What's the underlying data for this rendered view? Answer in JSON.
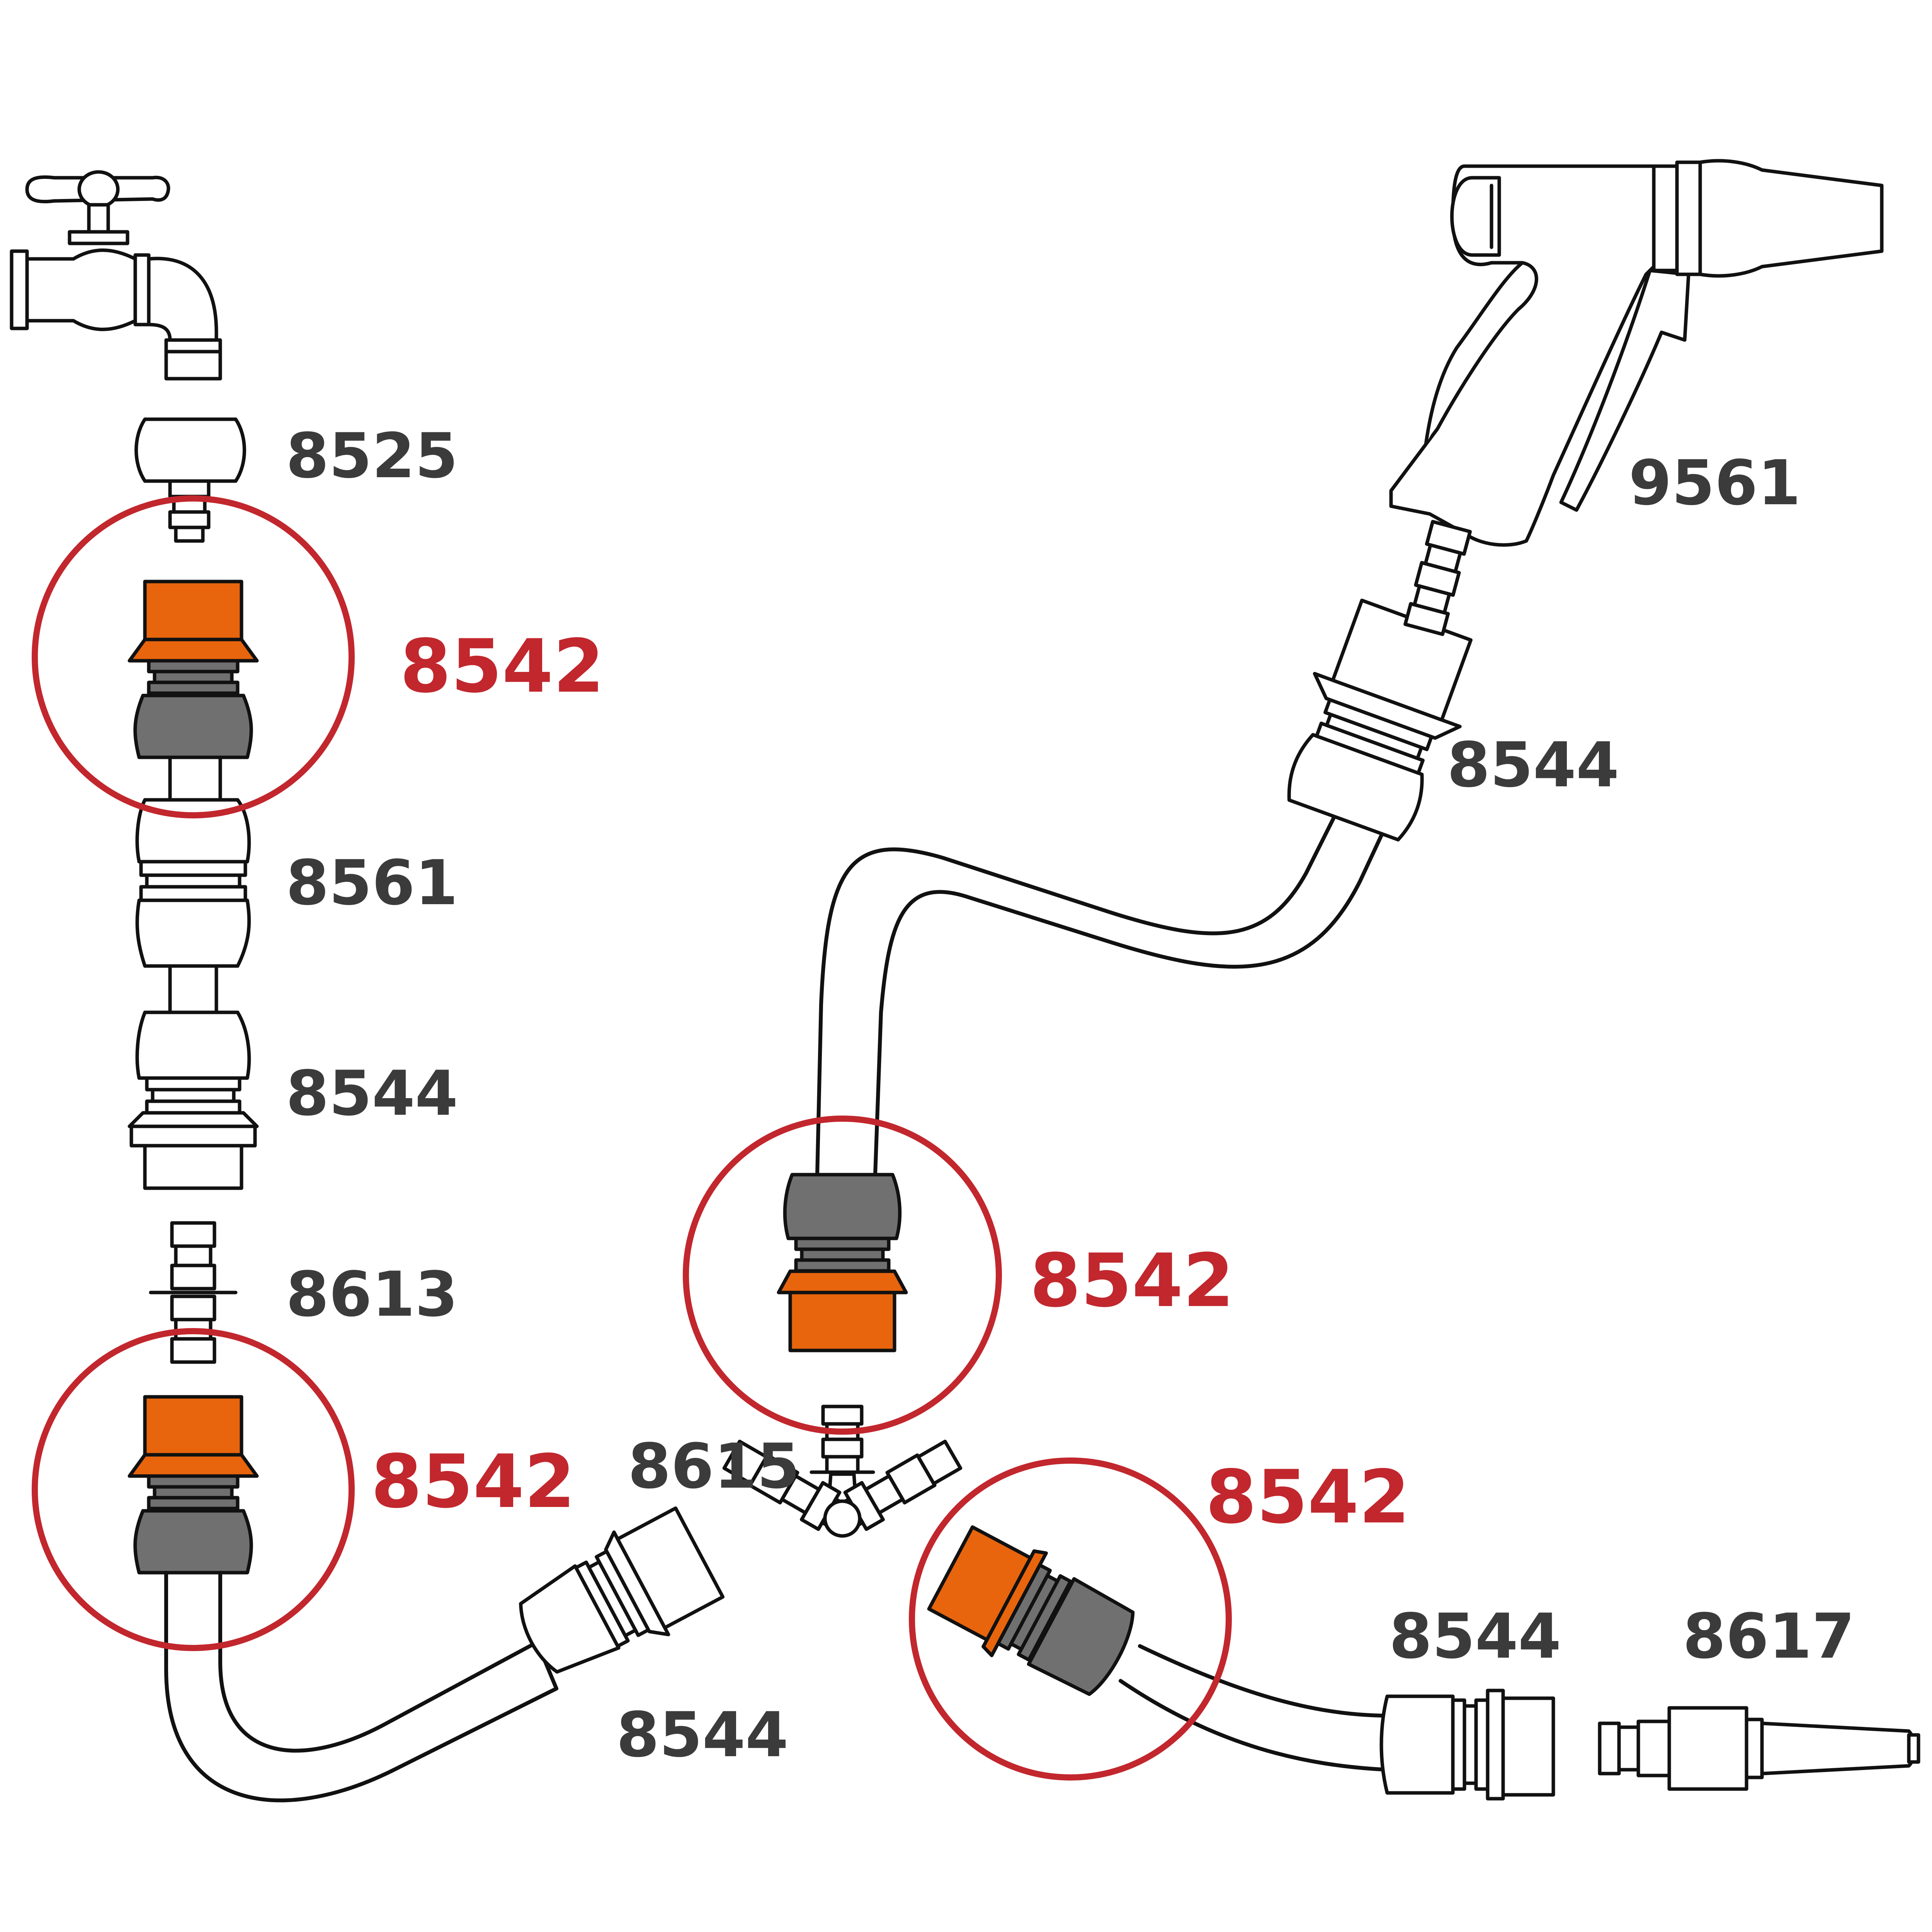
{
  "diagram": {
    "labels": {
      "p8525": "8525",
      "p8561": "8561",
      "p8544_left": "8544",
      "p8613": "8613",
      "p8615": "8615",
      "p8544_bottom": "8544",
      "p9561": "9561",
      "p8544_top_right": "8544",
      "p8544_bottom_right": "8544",
      "p8617": "8617",
      "p8542_a": "8542",
      "p8542_b": "8542",
      "p8542_c": "8542",
      "p8542_d": "8542"
    },
    "icons": {
      "tap": "tap-icon",
      "spray_gun": "spray-gun-icon",
      "nozzle": "spray-nozzle-icon",
      "y_connector": "y-connector-icon"
    },
    "colors": {
      "highlight_red": "#c1272d",
      "part_orange": "#e8650d",
      "part_gray": "#707070",
      "label_gray": "#3b3b3b",
      "outline": "#111111"
    }
  }
}
